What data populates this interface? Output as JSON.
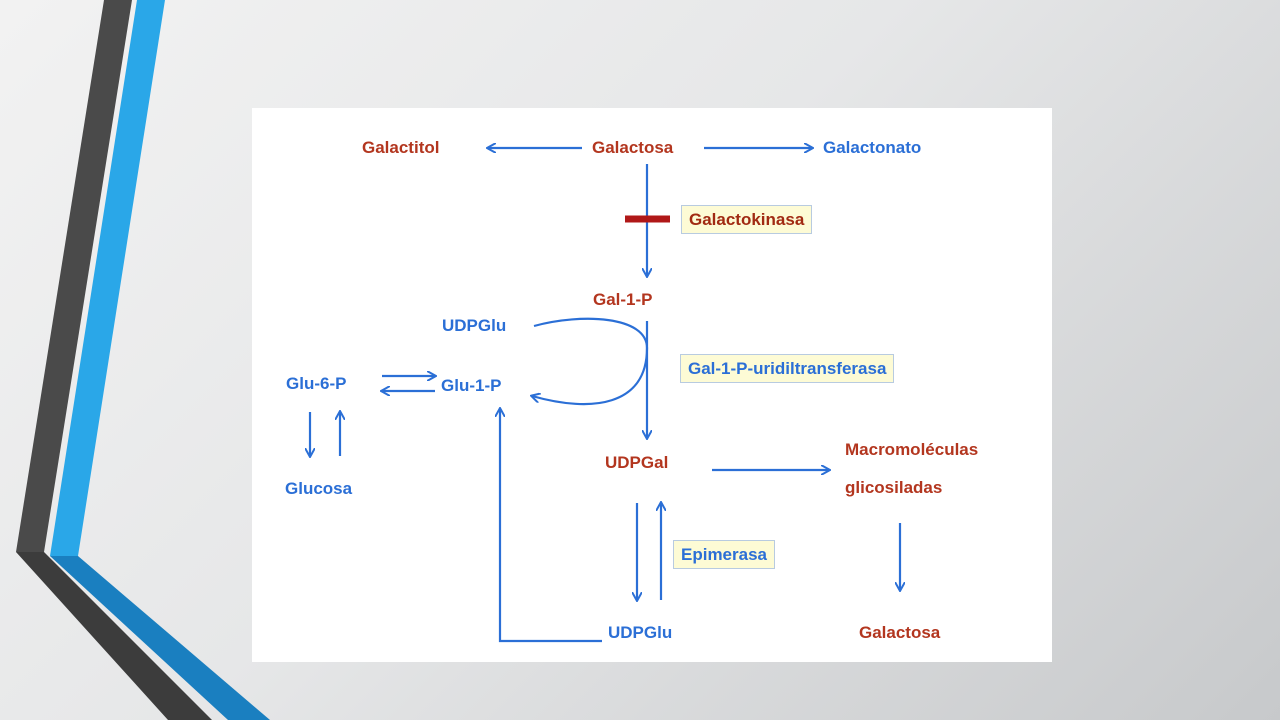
{
  "colors": {
    "stripe_dark": "#4a4a4a",
    "stripe_blue": "#2aa7e8",
    "stripe_blue_dark": "#1a7fc0",
    "compound_red": "#b3361f",
    "compound_blue": "#2b6fd6",
    "arrow_blue": "#2b6fd6",
    "block_bar": "#b01818",
    "enzyme_box_fill": "#fdfbd5"
  },
  "diagram": {
    "compounds": {
      "galactitol": "Galactitol",
      "galactosa_top": "Galactosa",
      "galactonato": "Galactonato",
      "gal1p": "Gal-1-P",
      "udpglu_top": "UDPGlu",
      "glu6p": "Glu-6-P",
      "glu1p": "Glu-1-P",
      "glucosa": "Glucosa",
      "udpgal": "UDPGal",
      "macro_line1": "Macromoléculas",
      "macro_line2": "glicosiladas",
      "udpglu_bottom": "UDPGlu",
      "galactosa_bottom": "Galactosa"
    },
    "enzymes": {
      "galactokinasa": "Galactokinasa",
      "transferasa": "Gal-1-P-uridiltransferasa",
      "epimerasa": "Epimerasa"
    },
    "blocked_step": "galactokinasa"
  }
}
